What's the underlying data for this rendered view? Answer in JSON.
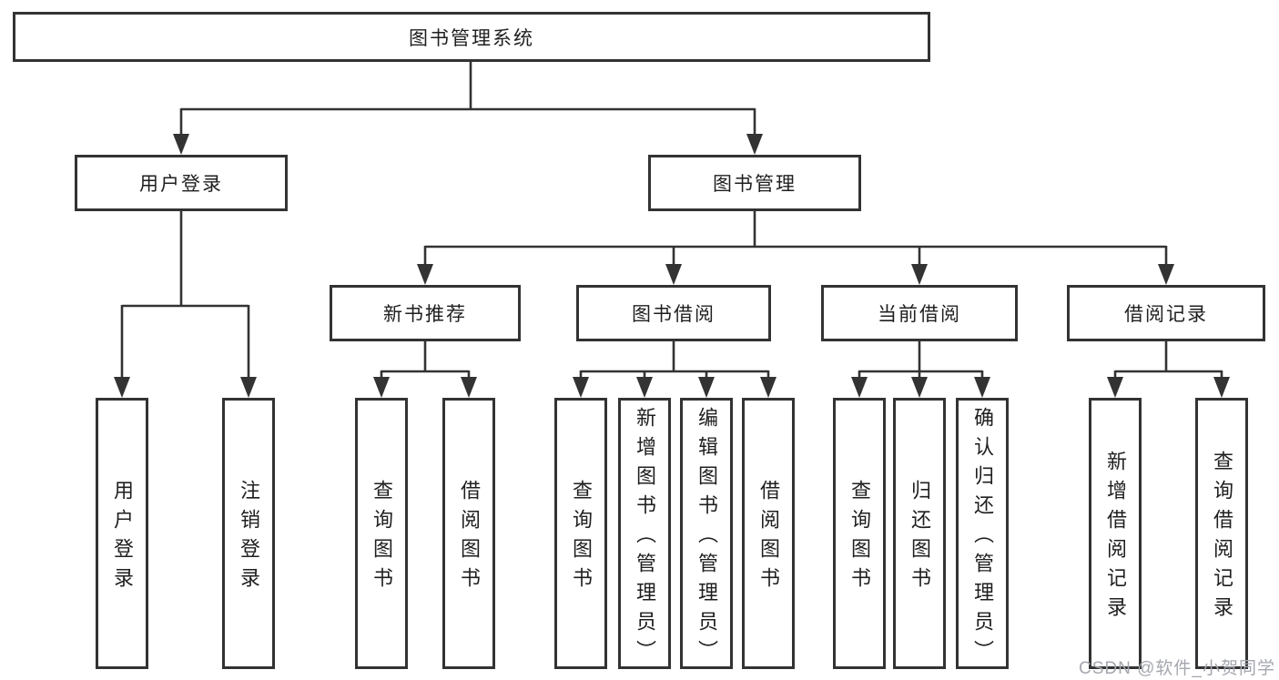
{
  "root": {
    "label": "图书管理系统"
  },
  "level2": {
    "user_login": {
      "label": "用户登录"
    },
    "book_mgmt": {
      "label": "图书管理"
    }
  },
  "level3": {
    "new_books": {
      "label": "新书推荐"
    },
    "borrowing": {
      "label": "图书借阅"
    },
    "current": {
      "label": "当前借阅"
    },
    "records": {
      "label": "借阅记录"
    }
  },
  "leaves": {
    "user_login_1": {
      "label": "用户登录"
    },
    "user_login_2": {
      "label": "注销登录"
    },
    "new_books_1": {
      "label": "查询图书"
    },
    "new_books_2": {
      "label": "借阅图书"
    },
    "borrowing_1": {
      "label": "查询图书"
    },
    "borrowing_2": {
      "label": "新增图书（管理员）"
    },
    "borrowing_3": {
      "label": "编辑图书（管理员）"
    },
    "borrowing_4": {
      "label": "借阅图书"
    },
    "current_1": {
      "label": "查询图书"
    },
    "current_2": {
      "label": "归还图书"
    },
    "current_3": {
      "label": "确认归还（管理员）"
    },
    "records_1": {
      "label": "新增借阅记录"
    },
    "records_2": {
      "label": "查询借阅记录"
    }
  },
  "watermark": {
    "text": "CSDN @软件_小贺同学"
  },
  "colors": {
    "line": "#333333",
    "text": "#1f1f1f",
    "watermark_text": "#a4a7ae",
    "background": "#ffffff"
  }
}
